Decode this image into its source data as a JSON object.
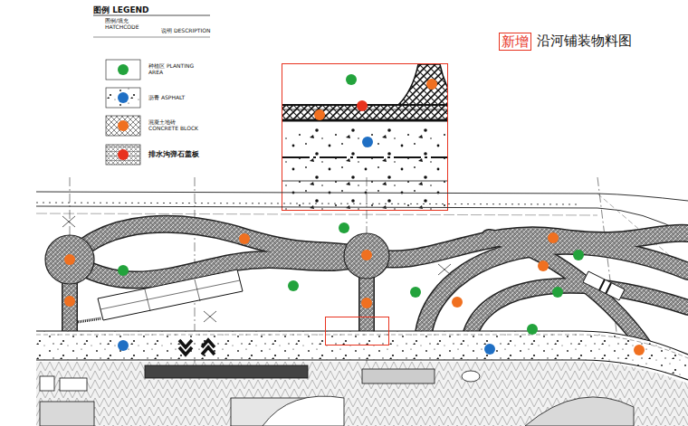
{
  "diagram": {
    "title": "沿河铺装物料图",
    "labels": [
      "新增",
      "图例 LEGEND",
      "图例/填充 HATCHCODE",
      "说明 DESCRIPTION"
    ],
    "legend": [
      {
        "text": "种植区 PLANTING AREA",
        "color": "#23a33c"
      },
      {
        "text": "沥青 ASPHALT",
        "color": "#1f6fc4"
      },
      {
        "text": "混凝土地砖 CONCRETE BLOCK",
        "color": "#f07020"
      },
      {
        "text": "排水沟弹石盖板",
        "color": "#e8321e"
      }
    ]
  }
}
